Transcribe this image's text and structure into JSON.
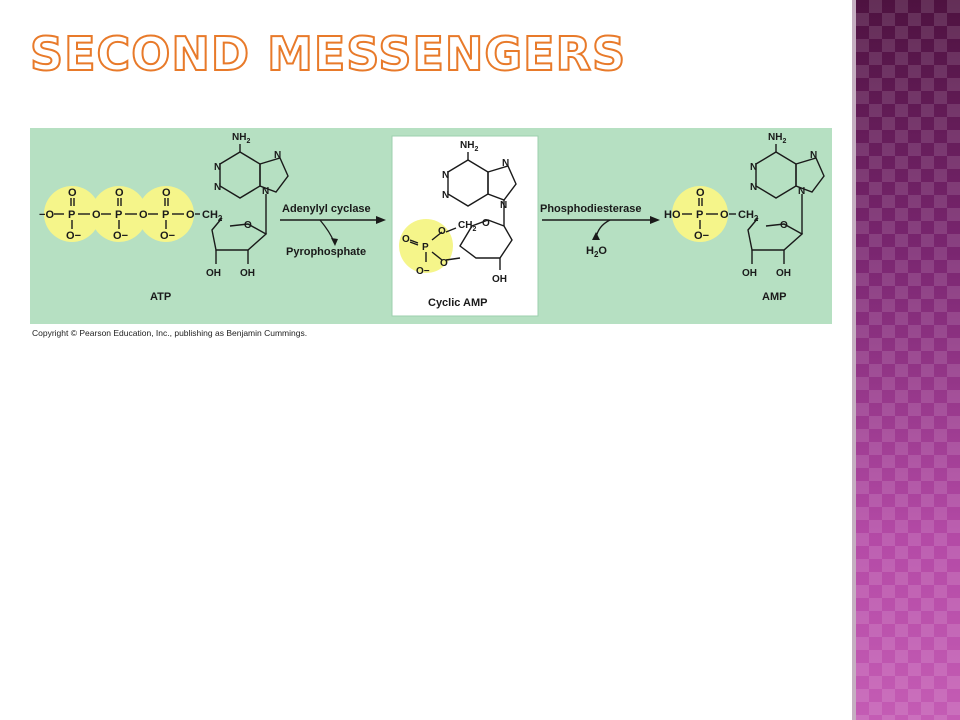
{
  "slide": {
    "title": "Second Messengers",
    "copyright": "Copyright © Pearson Education, Inc., publishing as Benjamin Cummings."
  },
  "diagram": {
    "atp_label": "ATP",
    "camp_label": "Cyclic AMP",
    "amp_label": "AMP",
    "enzyme1": "Adenylyl cyclase",
    "byproduct1": "Pyrophosphate",
    "enzyme2": "Phosphodiesterase",
    "reactant2_main": "H",
    "reactant2_sub": "2",
    "reactant2_tail": "O",
    "atoms": {
      "o": "O",
      "p": "P",
      "n": "N",
      "oh": "OH",
      "ho": "HO",
      "nh2": "NH",
      "ch2": "CH",
      "sub2": "2",
      "ominus": "O",
      "minus": "−"
    }
  },
  "colors": {
    "panel": "#b6e0c2",
    "phosphate": "#f5f58a",
    "title_stroke": "#e87a2a",
    "sidebar": "#8a2a7c"
  }
}
